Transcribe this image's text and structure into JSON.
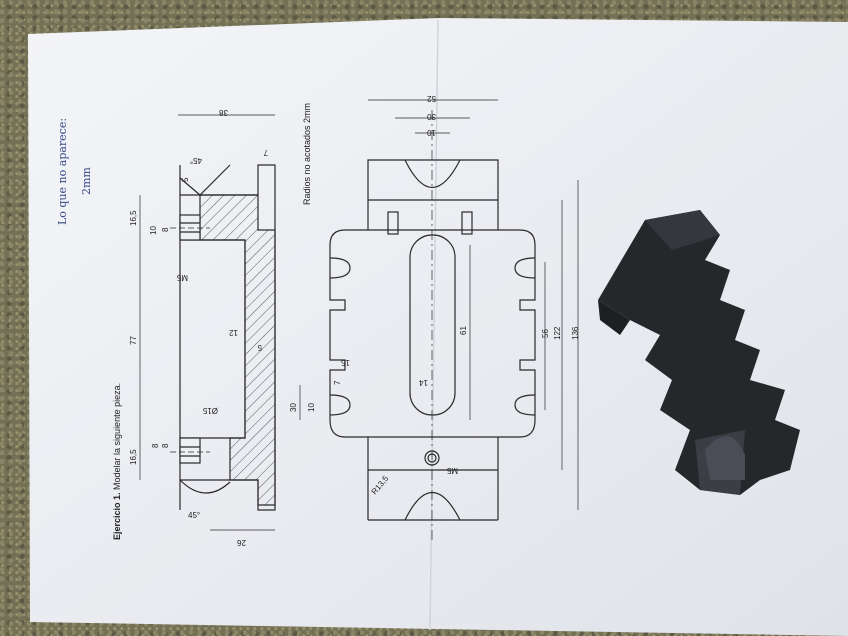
{
  "sheet": {
    "title_bold": "Ejercicio 1.",
    "title_rest": " Modelar la siguiente pieza.",
    "note": "Radios no acotados 2mm",
    "handwritten_line1": "Lo que no aparece:",
    "handwritten_line2": "2mm"
  },
  "section_view": {
    "dims": {
      "top_width": "38",
      "top_small": "7",
      "bottom_width": "26",
      "left_len": "16,5",
      "mid_len": "77",
      "right_len": "16,5",
      "depth_a": "10",
      "depth_b": "8",
      "depth_c": "8",
      "depth_d": "8",
      "thread_top": "M5",
      "wall_12": "12",
      "wall_5a": "5",
      "wall_5b": "5",
      "diameter": "Ø15",
      "chamfer_top": "45°",
      "chamfer_bottom": "45°"
    }
  },
  "plan_view": {
    "dims": {
      "top_width": "52",
      "inner_30": "30",
      "inner_10": "10",
      "slot_len": "61",
      "slot_w": "14",
      "dist_56": "56",
      "dist_122": "122",
      "dist_136": "136",
      "left_15": "15",
      "left_7": "7",
      "left_30": "30",
      "left_10": "10",
      "radius": "R13,5",
      "thread": "M5"
    }
  },
  "colors": {
    "paper": "#eef0f4",
    "ink": "#2a2a2a",
    "model": "#2b2d31",
    "background": "#737055"
  }
}
